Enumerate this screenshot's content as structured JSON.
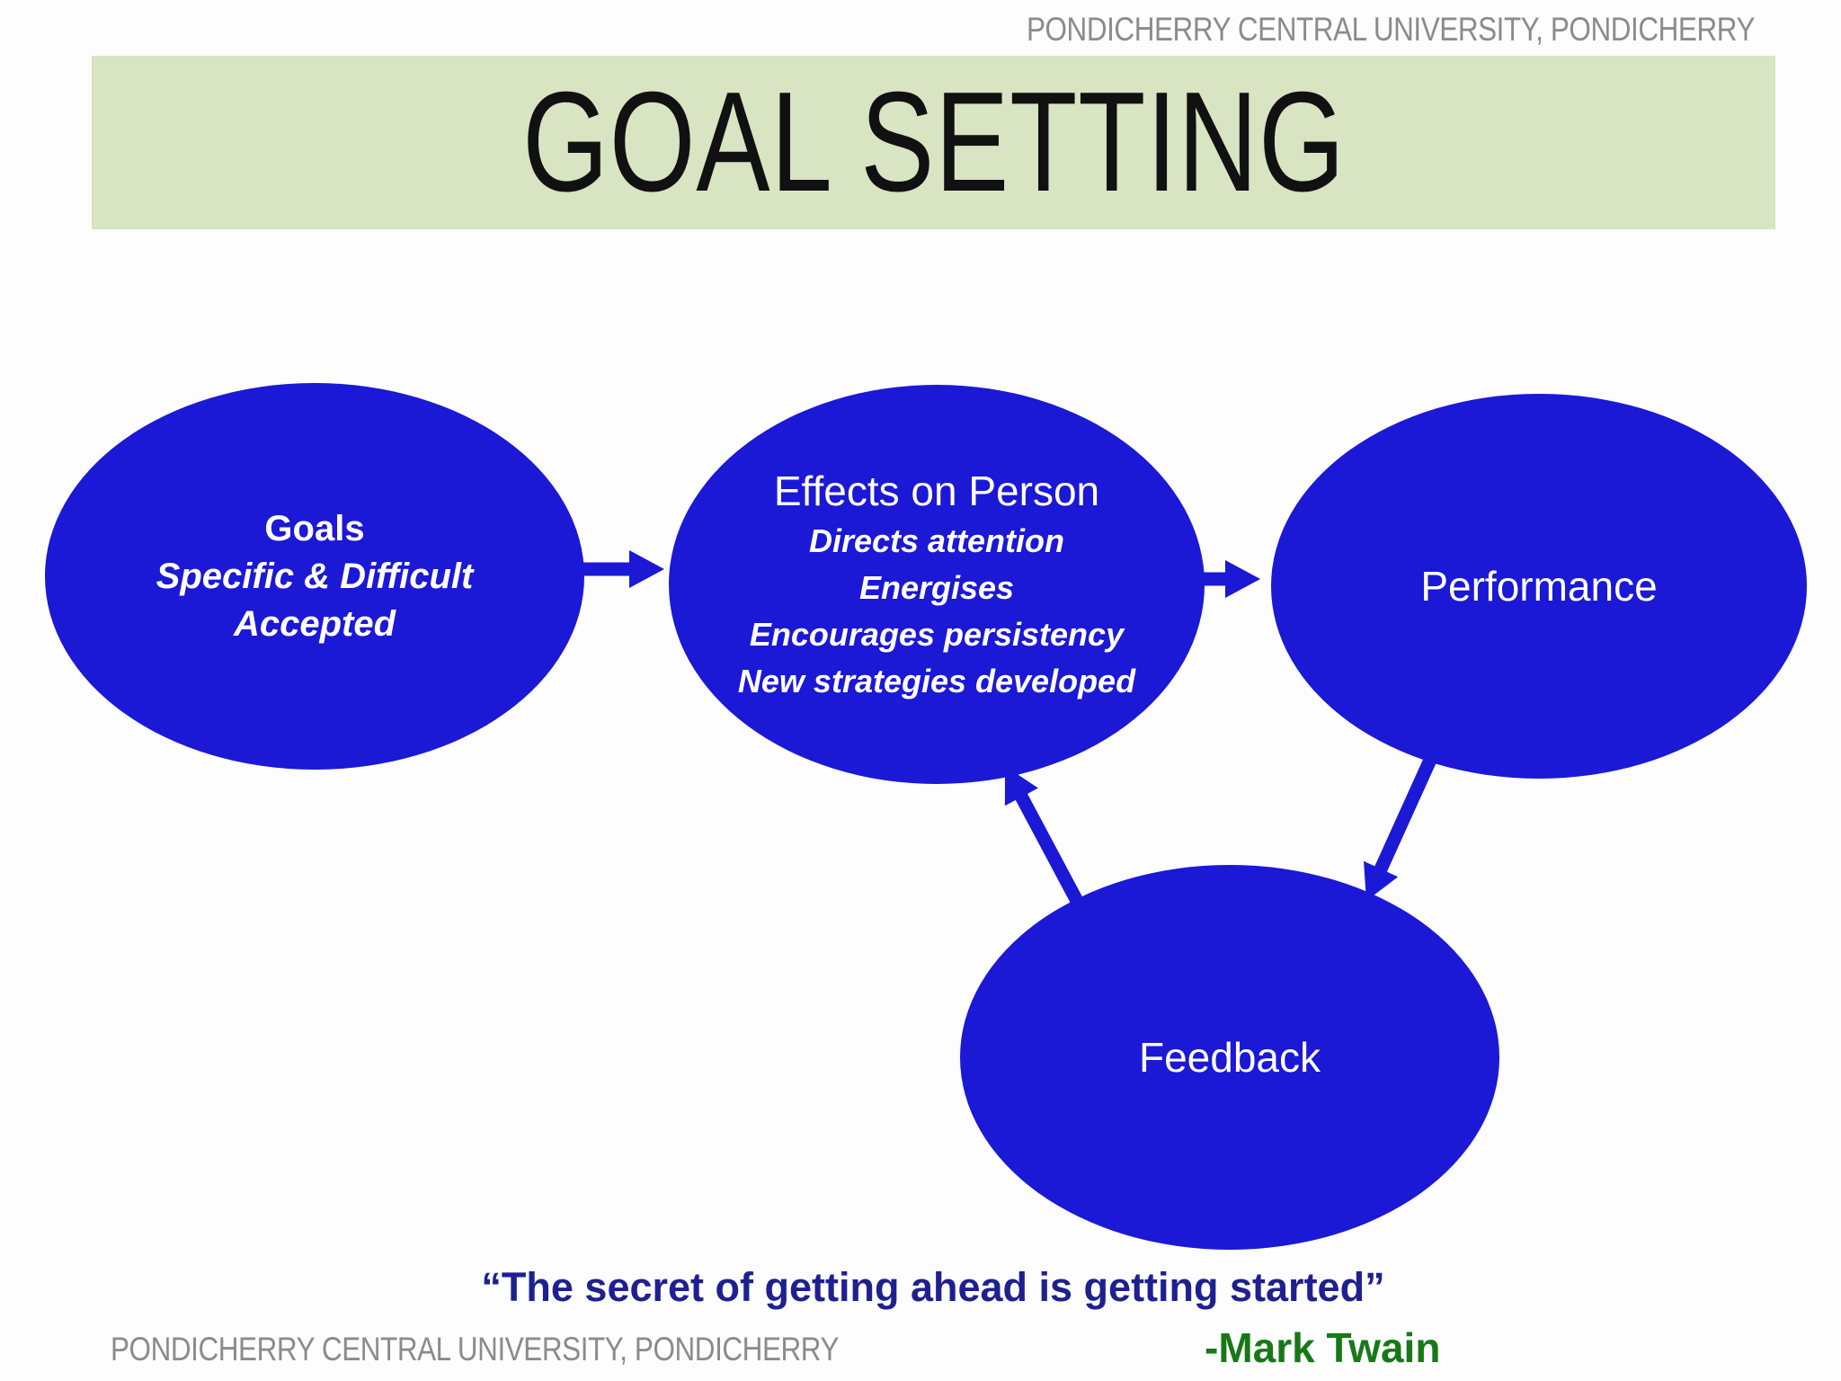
{
  "colors": {
    "ellipse_blue": "#1b18d6",
    "banner_green": "#d8e4c2",
    "quote_navy": "#1f2090",
    "twain_green": "#187818",
    "muted_gray": "#8b8b8b",
    "title_black": "#111111",
    "text_white": "#ffffff",
    "page_bg": "#fdfdfd"
  },
  "header": {
    "institution": "PONDICHERRY CENTRAL UNIVERSITY, PONDICHERRY"
  },
  "title": "GOAL SETTING",
  "diagram": {
    "nodes": {
      "goals": {
        "title": "Goals",
        "lines": [
          "Specific & Difficult",
          "Accepted"
        ]
      },
      "effects": {
        "title": "Effects on Person",
        "lines": [
          "Directs attention",
          "Energises",
          "Encourages persistency",
          "New strategies developed"
        ]
      },
      "performance": {
        "label": "Performance"
      },
      "feedback": {
        "label": "Feedback"
      }
    },
    "edges": [
      {
        "from": "Goals",
        "to": "Effects on Person"
      },
      {
        "from": "Effects on Person",
        "to": "Performance"
      },
      {
        "from": "Performance",
        "to": "Feedback"
      },
      {
        "from": "Feedback",
        "to": "Effects on Person"
      }
    ]
  },
  "quote": {
    "text": "“The secret of getting ahead is getting started”",
    "attribution": "-Mark Twain"
  },
  "footer": {
    "institution": "PONDICHERRY CENTRAL UNIVERSITY, PONDICHERRY"
  }
}
